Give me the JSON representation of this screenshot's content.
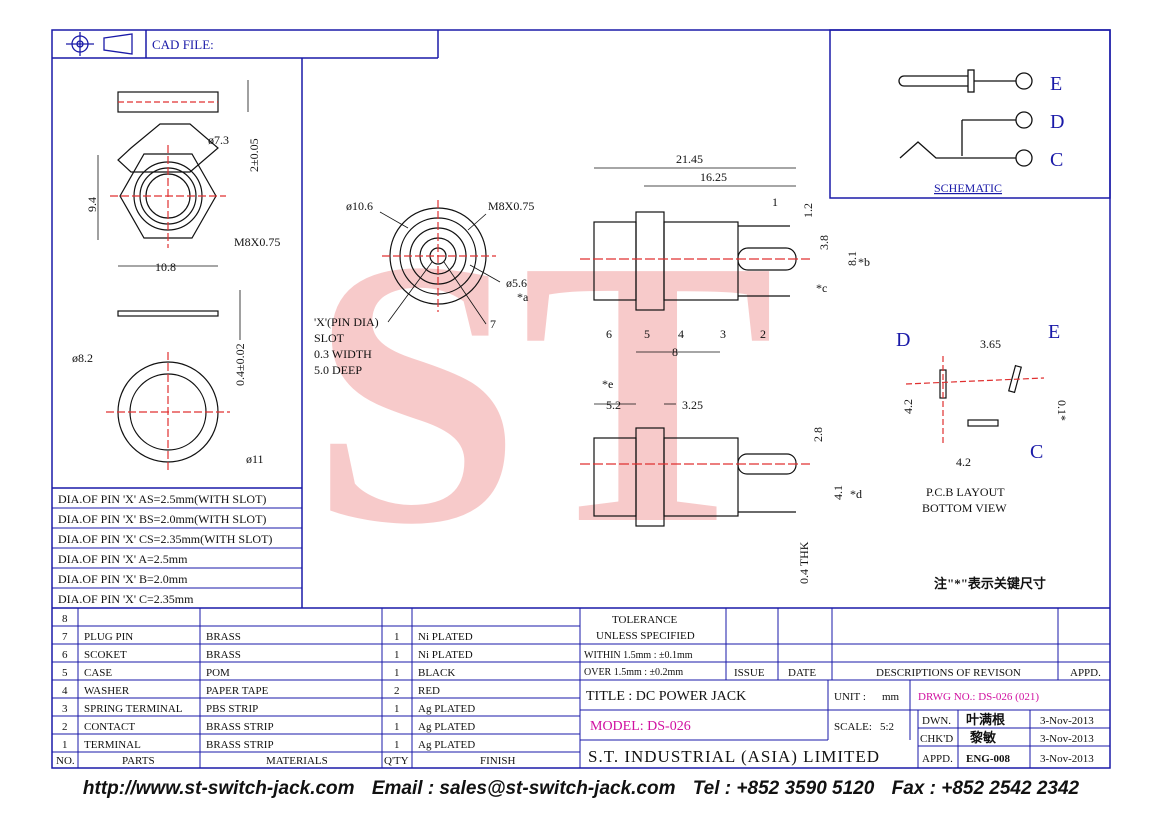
{
  "header": {
    "cad_label": "CAD FILE:"
  },
  "title_block": {
    "title": "TITLE : DC POWER JACK",
    "model": "MODEL: DS-026",
    "company": "S.T. INDUSTRIAL (ASIA) LIMITED",
    "unit_label": "UNIT :",
    "unit_value": "mm",
    "scale_label": "SCALE:",
    "scale_value": "5:2",
    "drwg": "DRWG NO.: DS-026 (021)",
    "dwn_label": "DWN.",
    "dwn_name": "叶满根",
    "dwn_date": "3-Nov-2013",
    "chk_label": "CHK'D",
    "chk_name": "黎敏",
    "chk_date": "3-Nov-2013",
    "appd_label": "APPD.",
    "appd_name": "ENG-008",
    "appd_date": "3-Nov-2013",
    "tolerance_title": "TOLERANCE",
    "tolerance_sub": "UNLESS SPECIFIED",
    "tol_line1": "WITHIN 1.5mm : ±0.1mm",
    "tol_line2": "OVER  1.5mm : ±0.2mm",
    "issue": "ISSUE",
    "date": "DATE",
    "revision": "DESCRIPTIONS OF REVISON",
    "appd": "APPD."
  },
  "parts_header": {
    "no": "NO.",
    "parts": "PARTS",
    "materials": "MATERIALS",
    "qty": "Q'TY",
    "finish": "FINISH"
  },
  "parts": [
    {
      "no": "8",
      "part": "",
      "material": "",
      "qty": "",
      "finish": ""
    },
    {
      "no": "7",
      "part": "PLUG PIN",
      "material": "BRASS",
      "qty": "1",
      "finish": "Ni PLATED"
    },
    {
      "no": "6",
      "part": "SCOKET",
      "material": "BRASS",
      "qty": "1",
      "finish": "Ni PLATED"
    },
    {
      "no": "5",
      "part": "CASE",
      "material": "POM",
      "qty": "1",
      "finish": "BLACK"
    },
    {
      "no": "4",
      "part": "WASHER",
      "material": "PAPER TAPE",
      "qty": "2",
      "finish": "RED"
    },
    {
      "no": "3",
      "part": "SPRING TERMINAL",
      "material": "PBS STRIP",
      "qty": "1",
      "finish": "Ag PLATED"
    },
    {
      "no": "2",
      "part": "CONTACT",
      "material": "BRASS STRIP",
      "qty": "1",
      "finish": "Ag PLATED"
    },
    {
      "no": "1",
      "part": "TERMINAL",
      "material": "BRASS STRIP",
      "qty": "1",
      "finish": "Ag PLATED"
    }
  ],
  "pin_options": [
    "DIA.OF PIN 'X' AS=2.5mm(WITH SLOT)",
    "DIA.OF PIN 'X' BS=2.0mm(WITH SLOT)",
    "DIA.OF PIN 'X' CS=2.35mm(WITH SLOT)",
    "DIA.OF PIN 'X' A=2.5mm",
    "DIA.OF PIN 'X' B=2.0mm",
    "DIA.OF PIN 'X' C=2.35mm"
  ],
  "washer_dims": {
    "d73": "ø7.3",
    "h9_4": "9.4",
    "m8": "M8X0.75",
    "w10_8": "10.8",
    "t2": "2±0.05",
    "t04": "0.4±0.02",
    "d82": "ø8.2",
    "d11": "ø11"
  },
  "front_view": {
    "d106": "ø10.6",
    "m8": "M8X0.75",
    "d56": "ø5.6",
    "a": "*a",
    "pin_note": [
      "'X'(PIN DIA)",
      "SLOT",
      "0.3 WIDTH",
      "5.0 DEEP"
    ],
    "seven": "7"
  },
  "side_view": {
    "d2145": "21.45",
    "d1625": "16.25",
    "d12": "1.2",
    "d38": "3.8",
    "d81": "8.1",
    "b": "*b",
    "c": "*c",
    "d8": "8",
    "labels": [
      "1",
      "2",
      "3",
      "4",
      "5",
      "6"
    ]
  },
  "bottom_view": {
    "e": "*e",
    "d52": "5.2",
    "d325": "3.25",
    "d28": "2.8",
    "d41": "4.1",
    "dstar": "*d",
    "thk": "0.4 THK"
  },
  "schematic": {
    "label": "SCHEMATIC",
    "e": "E",
    "d": "D",
    "c": "C"
  },
  "pcb": {
    "d": "D",
    "e": "E",
    "c": "C",
    "d365": "3.65",
    "d42a": "4.2",
    "d42b": "4.2",
    "d01": "0.1*",
    "title": "P.C.B LAYOUT",
    "sub": "BOTTOM VIEW"
  },
  "note_cn": "注\"*\"表示关键尺寸",
  "logo": "ST",
  "contact": {
    "url": "http://www.st-switch-jack.com",
    "email": "Email : sales@st-switch-jack.com",
    "tel": "Tel : +852 3590 5120",
    "fax": "Fax : +852 2542 2342"
  },
  "colors": {
    "frame": "#1a1aa8",
    "red": "#e03030",
    "magenta": "#d010a0",
    "logo": "#f3a9a9"
  }
}
